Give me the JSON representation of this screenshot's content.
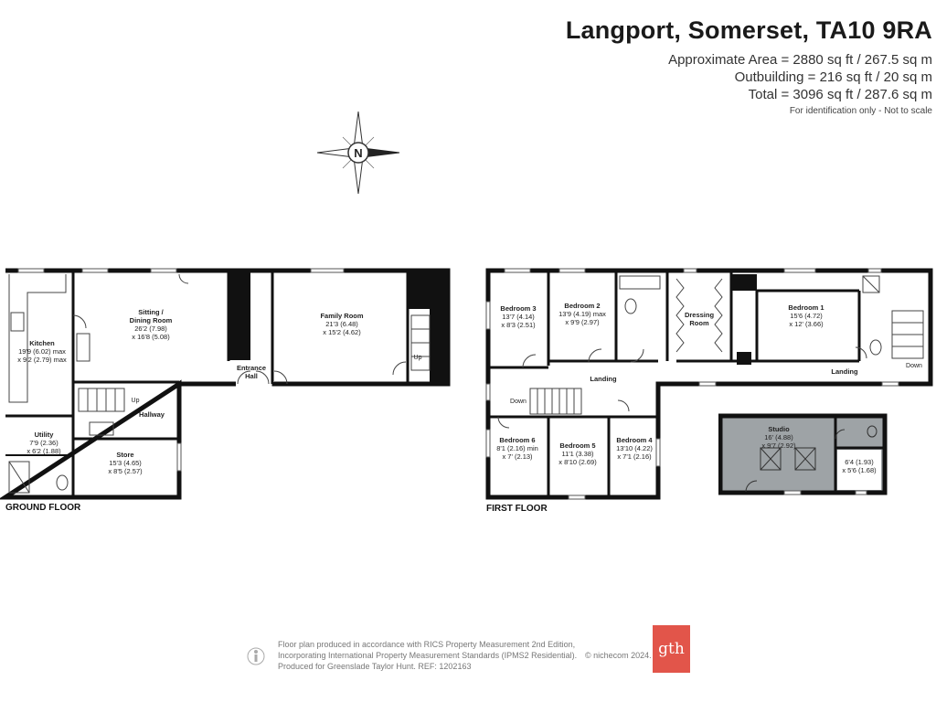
{
  "header": {
    "address": "Langport, Somerset, TA10 9RA",
    "approx_area": "Approximate Area = 2880 sq ft / 267.5 sq m",
    "outbuilding": "Outbuilding = 216 sq ft / 20 sq m",
    "total": "Total = 3096 sq ft / 287.6 sq m",
    "note": "For identification only - Not to scale"
  },
  "compass": {
    "letter": "N"
  },
  "floors": {
    "ground": "GROUND FLOOR",
    "first": "FIRST FLOOR"
  },
  "rooms": {
    "kitchen": {
      "name": "Kitchen",
      "d1": "19'9 (6.02) max",
      "d2": "x 9'2 (2.79) max"
    },
    "sitting": {
      "name1": "Sitting /",
      "name2": "Dining Room",
      "d1": "26'2 (7.98)",
      "d2": "x 16'8 (5.08)"
    },
    "entrance": {
      "name1": "Entrance",
      "name2": "Hall"
    },
    "family": {
      "name": "Family Room",
      "d1": "21'3 (6.48)",
      "d2": "x 15'2 (4.62)"
    },
    "hallway": {
      "name": "Hallway"
    },
    "utility": {
      "name": "Utility",
      "d1": "7'9 (2.36)",
      "d2": "x 6'2 (1.88)"
    },
    "store": {
      "name": "Store",
      "d1": "15'3 (4.65)",
      "d2": "x 8'5 (2.57)"
    },
    "bed3": {
      "name": "Bedroom 3",
      "d1": "13'7 (4.14)",
      "d2": "x 8'3 (2.51)"
    },
    "bed2": {
      "name": "Bedroom 2",
      "d1": "13'9 (4.19) max",
      "d2": "x 9'9 (2.97)"
    },
    "dressing": {
      "name1": "Dressing",
      "name2": "Room"
    },
    "bed1": {
      "name": "Bedroom 1",
      "d1": "15'6 (4.72)",
      "d2": "x 12' (3.66)"
    },
    "bed6": {
      "name": "Bedroom 6",
      "d1": "8'1 (2.16) min",
      "d2": "x 7' (2.13)"
    },
    "bed5": {
      "name": "Bedroom 5",
      "d1": "11'1 (3.38)",
      "d2": "x 8'10 (2.69)"
    },
    "bed4": {
      "name": "Bedroom 4",
      "d1": "13'10 (4.22)",
      "d2": "x 7'1 (2.16)"
    },
    "studio": {
      "name": "Studio",
      "d1": "16' (4.88)",
      "d2": "x 9'7 (2.92)"
    },
    "studio_side": {
      "d1": "6'4 (1.93)",
      "d2": "x 5'6 (1.68)"
    }
  },
  "labels": {
    "up": "Up",
    "down": "Down",
    "landing": "Landing"
  },
  "footer": {
    "line1": "Floor plan produced in accordance with RICS Property Measurement 2nd Edition,",
    "line2": "Incorporating International Property Measurement Standards (IPMS2 Residential).",
    "copyright": "© nichecom 2024.",
    "line3": "Produced for Greenslade Taylor Hunt.   REF:  1202163",
    "logo_text": "gth"
  },
  "colors": {
    "wall": "#111111",
    "outbuilding_fill": "#9ea3a6",
    "logo": "#e2554a"
  }
}
